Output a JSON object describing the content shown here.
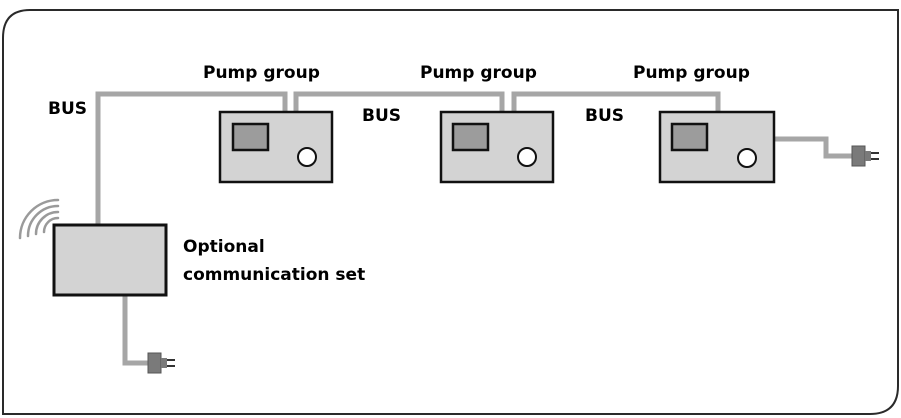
{
  "labels": {
    "pump_group_1": "Pump group",
    "pump_group_2": "Pump group",
    "pump_group_3": "Pump group",
    "bus_left": "BUS",
    "bus_middle_1": "BUS",
    "bus_middle_2": "BUS",
    "comm_set_line1": "Optional",
    "comm_set_line2": "communication set"
  },
  "colors": {
    "frame": "#2a2a2a",
    "cable": "#a6a6a6",
    "device_fill": "#d3d3d3",
    "device_stroke": "#111111",
    "display_fill": "#9c9c9c",
    "plug": "#7a7a7a"
  },
  "icons": [
    "wifi-icon",
    "power-plug-icon"
  ]
}
